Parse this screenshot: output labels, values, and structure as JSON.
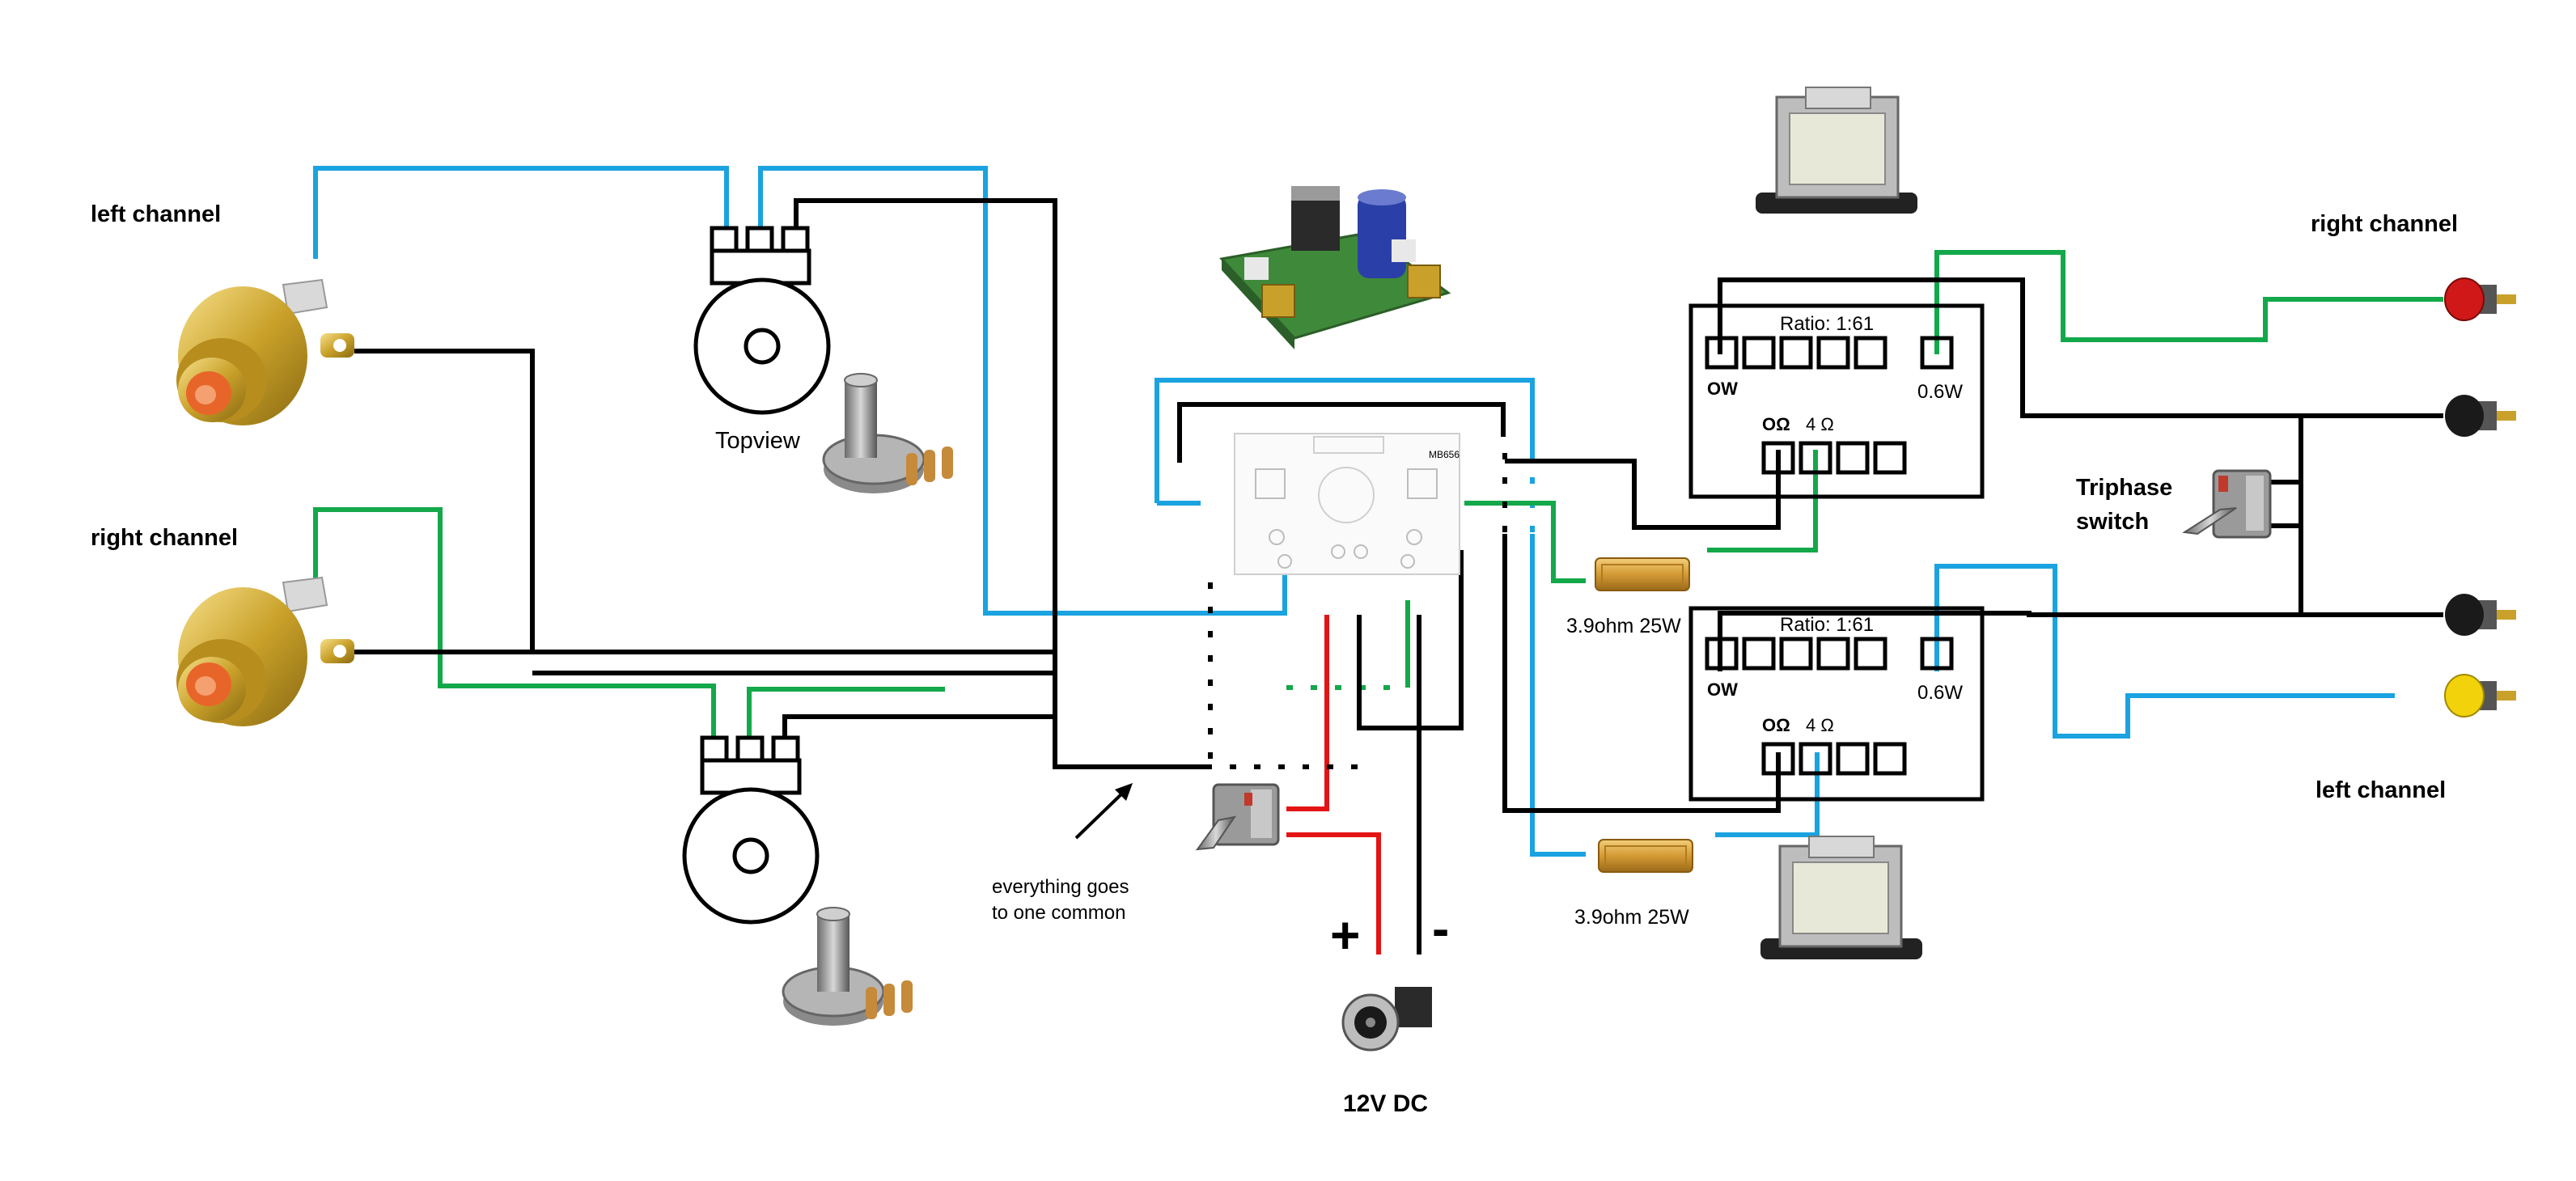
{
  "labels": {
    "left_channel_in": "left channel",
    "right_channel_in": "right channel",
    "topview": "Topview",
    "common_note_line1": "everything goes",
    "common_note_line2": "to one common",
    "plus": "+",
    "minus": "-",
    "power": "12V DC",
    "right_channel_out": "right channel",
    "left_channel_out": "left channel",
    "switch_line1": "Triphase",
    "switch_line2": "switch",
    "resistor_top": "3.9ohm 25W",
    "resistor_bottom": "3.9ohm 25W",
    "amp_board_text": "MB656"
  },
  "transformers": [
    {
      "ratio": "Ratio: 1:61",
      "ow": "OW",
      "w06": "0.6W",
      "o_ohm": "OΩ",
      "four_ohm": "4 Ω"
    },
    {
      "ratio": "Ratio: 1:61",
      "ow": "OW",
      "w06": "0.6W",
      "o_ohm": "OΩ",
      "four_ohm": "4 Ω"
    }
  ],
  "colors": {
    "wire_black": "#000000",
    "wire_blue": "#1aa3e0",
    "wire_green": "#13a84a",
    "wire_red": "#e41414",
    "gold": "#c9a12a",
    "rca_orange": "#e8652a",
    "binding_red": "#d01818",
    "binding_yellow": "#f2d20a",
    "binding_black": "#1a1a1a",
    "capacitor_blue": "#2b3fa8",
    "pcb_green": "#3f8a3a",
    "resistor_gold": "#d9a441"
  }
}
